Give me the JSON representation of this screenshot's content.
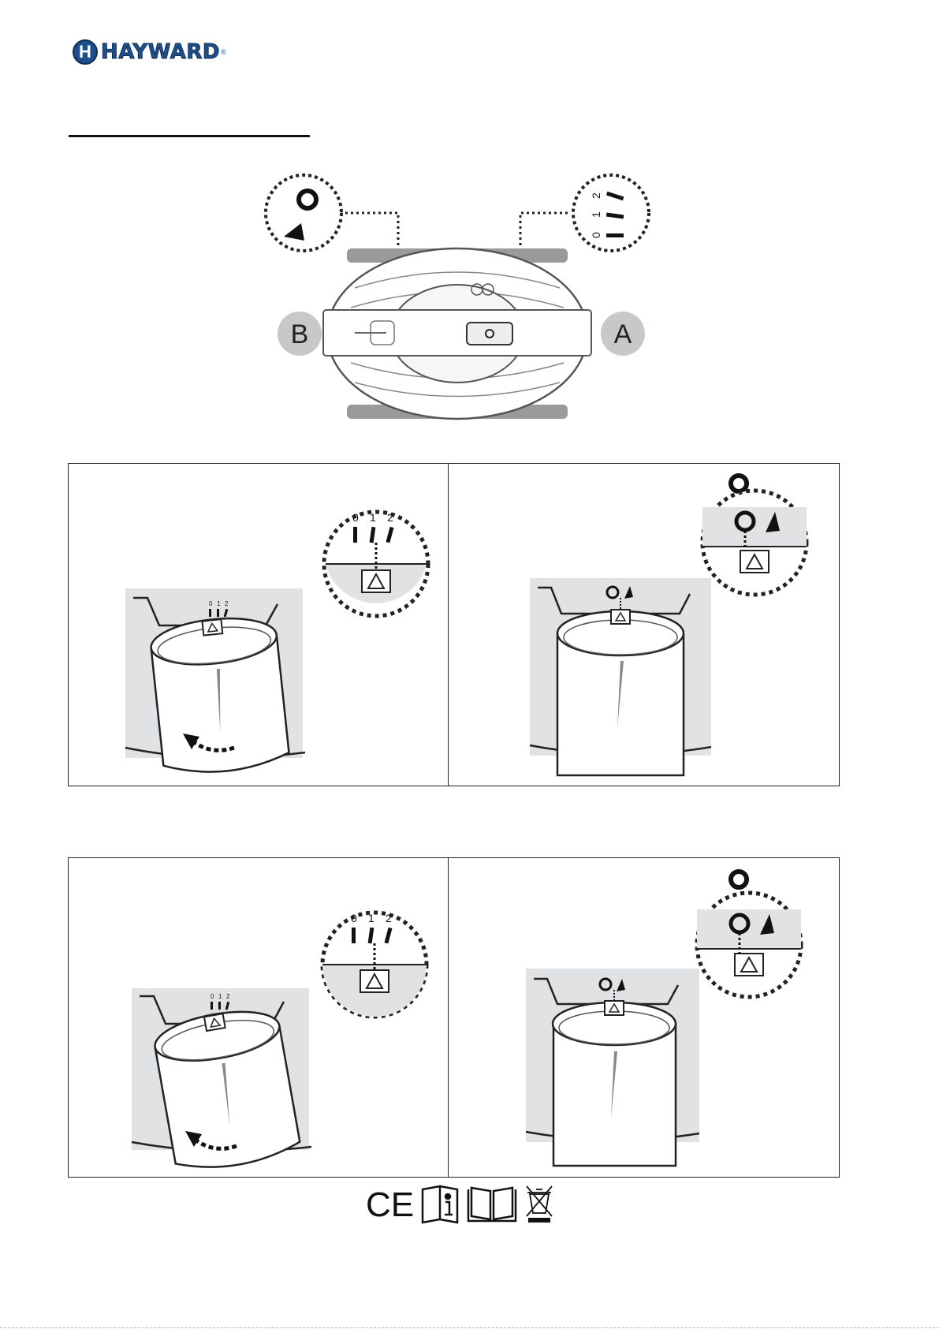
{
  "brand": {
    "logo_text": "HAYWARD",
    "logo_mark": "H",
    "registered_mark": "®",
    "colors": {
      "brand_blue": "#1c4f8c",
      "brand_dark": "#0f2f57",
      "panel_gray": "#e1e2e4"
    }
  },
  "overview": {
    "label_left": "B",
    "label_right": "A",
    "dial_positions": [
      "0",
      "1",
      "2"
    ]
  },
  "panels": [
    {
      "setting_positions": [
        "0",
        "1",
        "2"
      ],
      "rotation": "counter-clockwise"
    },
    {
      "mode_icons": [
        "circle-icon",
        "triangle-icon"
      ]
    },
    {
      "setting_positions": [
        "0",
        "1",
        "2"
      ],
      "rotation": "counter-clockwise"
    },
    {
      "mode_icons": [
        "circle-icon",
        "triangle-icon"
      ]
    }
  ],
  "footer": {
    "ce_mark": "CE",
    "icons": [
      "ce-mark-icon",
      "read-manual-info-icon",
      "open-manual-icon",
      "weee-bin-icon"
    ]
  }
}
